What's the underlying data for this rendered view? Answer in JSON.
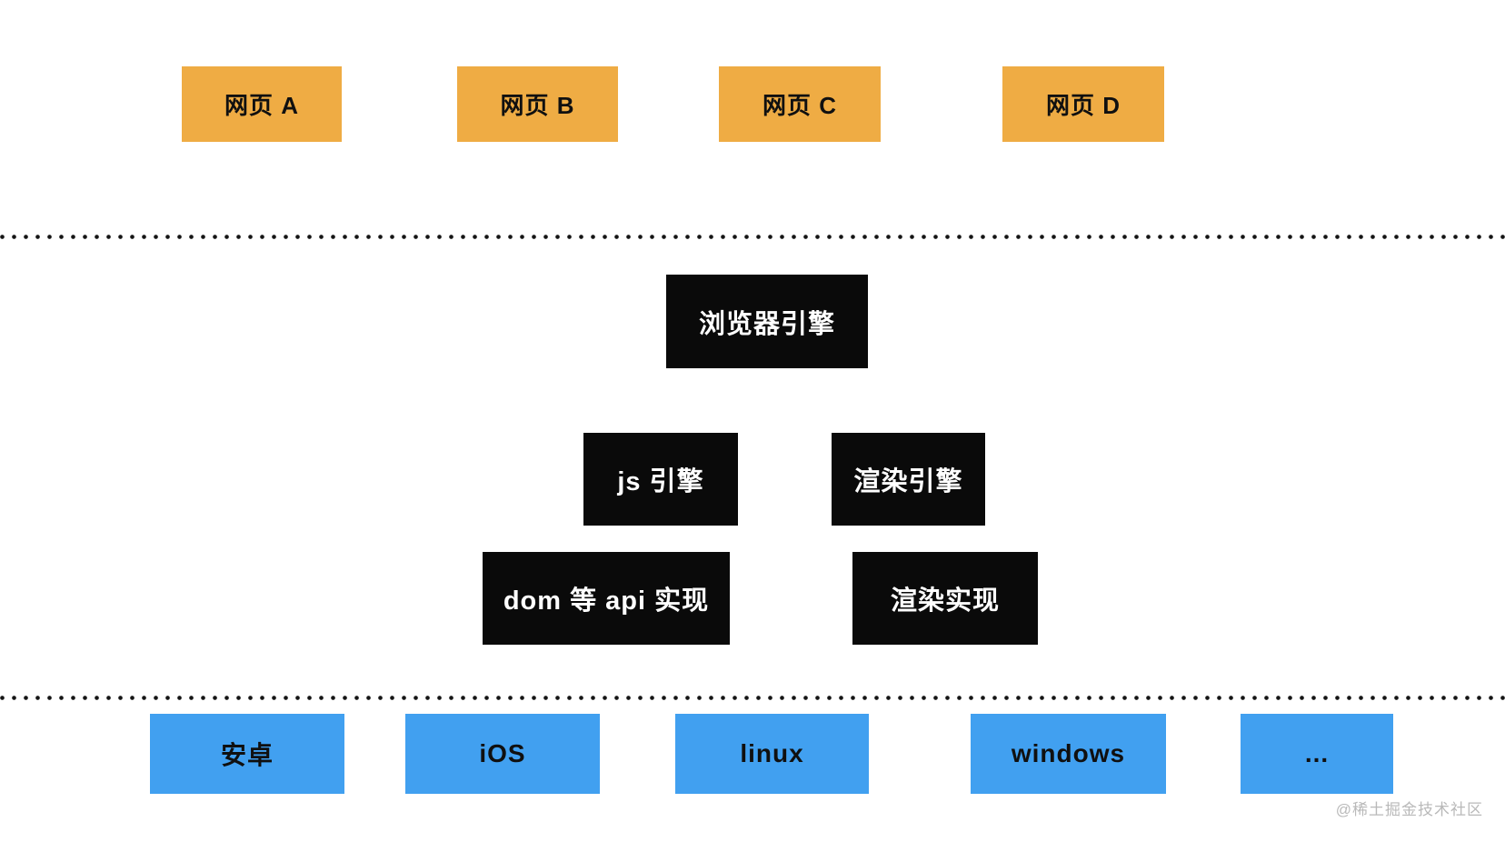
{
  "colors": {
    "background": "#FFFFFF",
    "webpage_box": "#EFAC44",
    "engine_box": "#0A0A0A",
    "platform_box": "#41A0F0",
    "dotted_line": "#151515",
    "watermark": "#B9B9B9",
    "box_text_dark": "#101010",
    "box_text_light": "#FFFFFF"
  },
  "diagram": {
    "webpages": [
      {
        "label": "网页 A"
      },
      {
        "label": "网页 B"
      },
      {
        "label": "网页 C"
      },
      {
        "label": "网页 D"
      }
    ],
    "browser_engine": {
      "label": "浏览器引擎"
    },
    "engines": [
      {
        "label": "js 引擎"
      },
      {
        "label": "渲染引擎"
      }
    ],
    "implementations": [
      {
        "label": "dom 等 api 实现"
      },
      {
        "label": "渲染实现"
      }
    ],
    "platforms": [
      {
        "label": "安卓"
      },
      {
        "label": "iOS"
      },
      {
        "label": "linux"
      },
      {
        "label": "windows"
      },
      {
        "label": "..."
      }
    ]
  },
  "watermark": {
    "text": "@稀土掘金技术社区"
  }
}
